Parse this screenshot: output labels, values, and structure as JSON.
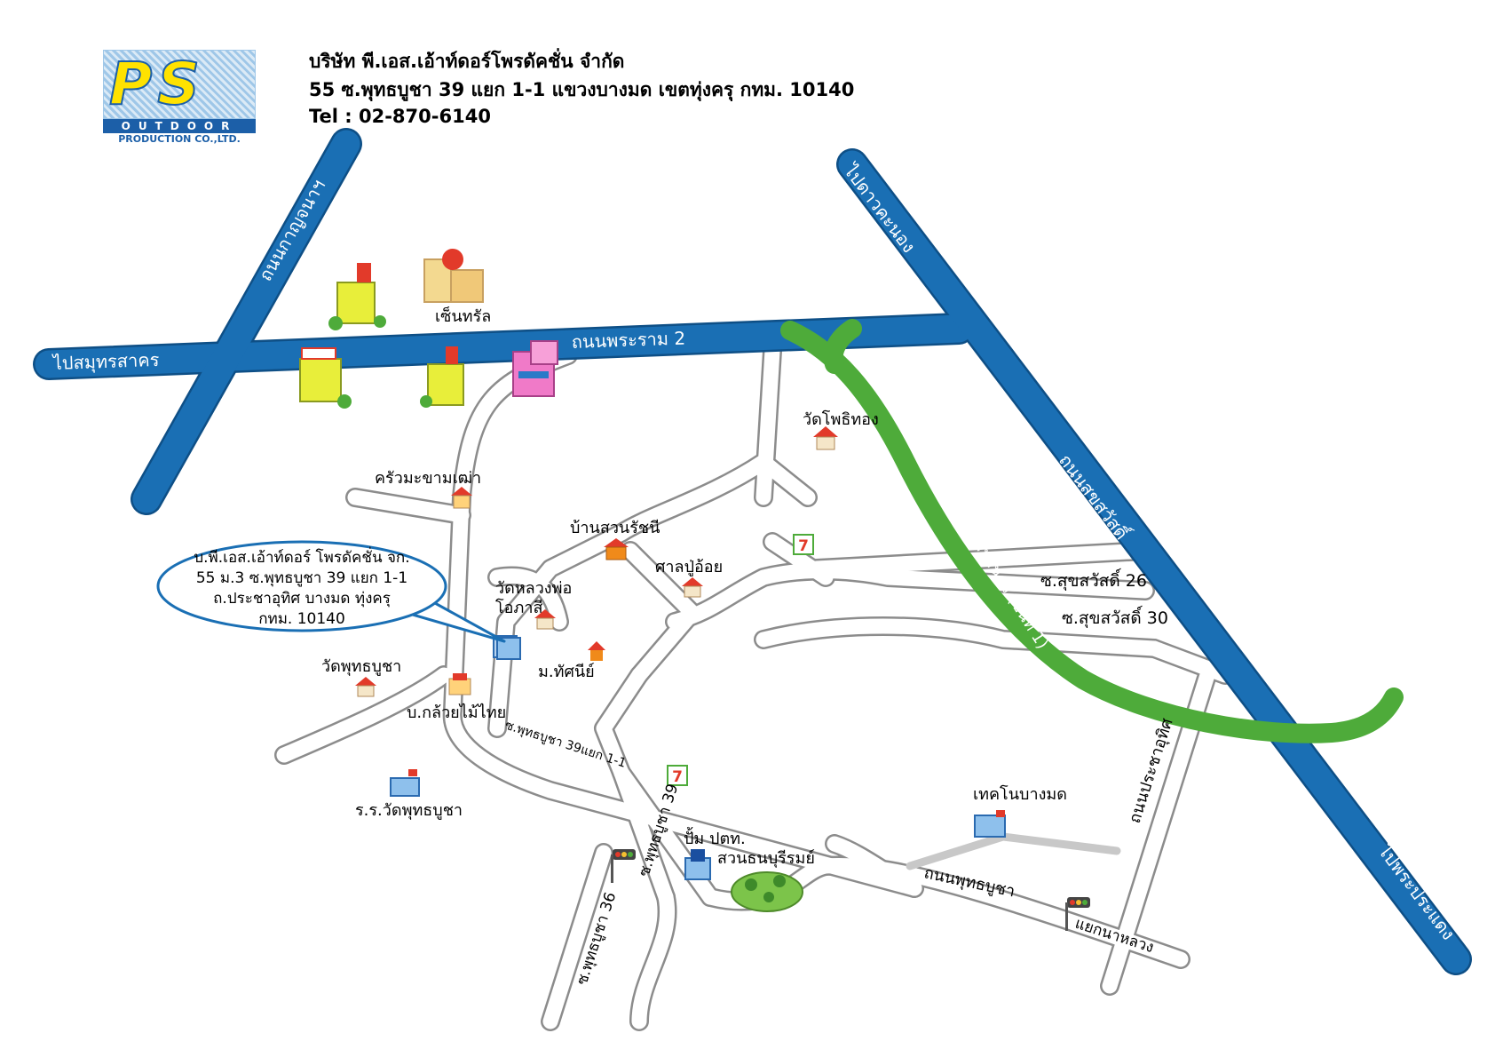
{
  "header": {
    "company": "บริษัท พี.เอส.เอ้าท์ดอร์โพรดัคชั่น จำกัด",
    "address": "55 ซ.พุทธบูชา 39 แยก 1-1 แขวงบางมด เขตทุ่งครุ กทม. 10140",
    "tel": "Tel : 02-870-6140"
  },
  "logo": {
    "mark": "PS",
    "band": "OUTDOOR",
    "sub": "PRODUCTION CO.,LTD."
  },
  "callout": {
    "line1": "บ.พี.เอส.เอ้าท์ดอร์ โพรดัคชั่น จก.",
    "line2": "55 ม.3 ซ.พุทธบูชา 39 แยก 1-1",
    "line3": "ถ.ประชาอุทิศ บางมด ทุ่งครุ",
    "line4": "กทม. 10140"
  },
  "roads": {
    "kanchana": "ถนนกาญจนาฯ",
    "dao_khanong": "ไปดาวคะนอง",
    "samut_sakhon": "ไปสมุทรสาคร",
    "rama2": "ถนนพระราม 2",
    "suksawat": "ถนนสุขสวัสดิ์",
    "phra_pradaeng": "ไปพระประแดง",
    "expressway": "ทางด่วนเฉลิมมหานคร (ขั้นที่ 1)",
    "suksawat26": "ซ.สุขสวัสดิ์ 26",
    "suksawat30": "ซ.สุขสวัสดิ์ 30",
    "pracha_uthit": "ถนนประชาอุทิศ",
    "phutthabucha": "ถนนพุทธบูชา",
    "soi39_1_1": "ซ.พุทธบูชา 39แยก 1-1",
    "soi39": "ซ.พุทธบูชา 39",
    "soi36": "ซ.พุทธบูชา 36",
    "na_luang": "แยกนาหลวง"
  },
  "places": {
    "central": "เซ็นทรัล",
    "wat_pho_thong": "วัดโพธิทอง",
    "krua": "ครัวมะขามเฒ่า",
    "ban_suan": "บ้านสวนรัชนี",
    "san_pu": "ศาลปู่อ้อย",
    "wat_luang": "วัดหลวงพ่อ",
    "wat_luang2": "โอภาสี",
    "wat_phuttha": "วัดพุทธบูชา",
    "m_thasani": "ม.ทัศนีย์",
    "kluai_mai": "บ.กล้วยไม้ไทย",
    "school": "ร.ร.วัดพุทธบูชา",
    "ptt": "ปั้ม ปตท.",
    "park": "สวนธนบุรีรมย์",
    "techno": "เทคโนบางมด"
  },
  "colors": {
    "main_road": "#1a6fb4",
    "main_road_dark": "#0e4f86",
    "expressway": "#4eab3a",
    "minor_road_edge": "#8c8c8c",
    "callout_border": "#1a6fb4"
  }
}
